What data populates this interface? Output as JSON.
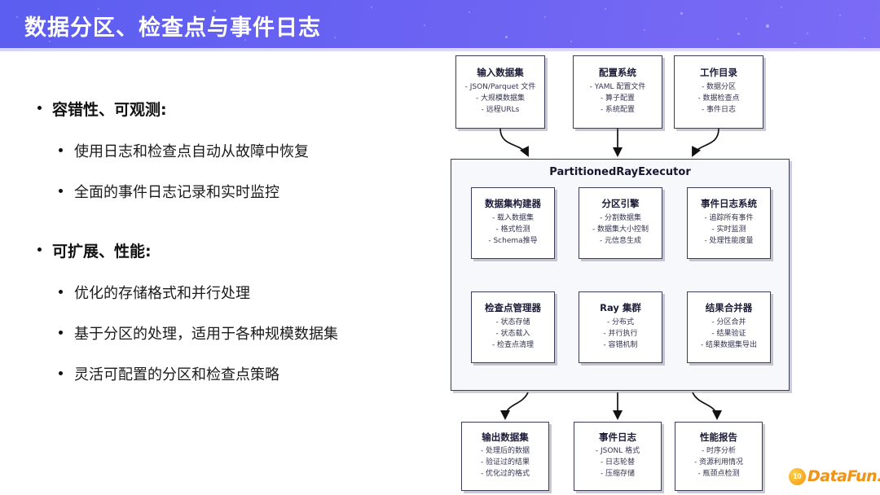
{
  "header": {
    "title": "数据分区、检查点与事件日志",
    "bg_color": "#6366f1",
    "accent_color": "#ffffff"
  },
  "left_panel": {
    "sections": [
      {
        "heading": "容错性、可观测:",
        "items": [
          "使用日志和检查点自动从故障中恢复",
          "全面的事件日志记录和实时监控"
        ]
      },
      {
        "heading": "可扩展、性能:",
        "items": [
          "优化的存储格式和并行处理",
          "基于分区的处理，适用于各种规模数据集",
          "灵活可配置的分区和检查点策略"
        ]
      }
    ]
  },
  "diagram": {
    "border_color": "#3b3b5c",
    "node_bg": "#ffffff",
    "container_bg": "#f7f8fb",
    "top_row": [
      {
        "title": "输入数据集",
        "items": [
          "- JSON/Parquet 文件",
          "- 大规模数据集",
          "- 远程URLs"
        ]
      },
      {
        "title": "配置系统",
        "items": [
          "- YAML 配置文件",
          "- 算子配置",
          "- 系统配置"
        ]
      },
      {
        "title": "工作目录",
        "items": [
          "- 数据分区",
          "- 数据检查点",
          "- 事件日志"
        ]
      }
    ],
    "executor": {
      "title": "PartitionedRayExecutor",
      "row1": [
        {
          "title": "数据集构建器",
          "items": [
            "- 载入数据集",
            "- 格式检测",
            "- Schema推导"
          ]
        },
        {
          "title": "分区引擎",
          "items": [
            "- 分割数据集",
            "- 数据集大小控制",
            "- 元信息生成"
          ]
        },
        {
          "title": "事件日志系统",
          "items": [
            "- 追踪所有事件",
            "- 实时监测",
            "- 处理性能度量"
          ]
        }
      ],
      "row2": [
        {
          "title": "检查点管理器",
          "items": [
            "- 状态存储",
            "- 状态载入",
            "- 检查点清理"
          ]
        },
        {
          "title": "Ray 集群",
          "items": [
            "- 分布式",
            "- 并行执行",
            "- 容错机制"
          ]
        },
        {
          "title": "结果合并器",
          "items": [
            "- 分区合并",
            "- 结果验证",
            "- 结果数据集导出"
          ]
        }
      ]
    },
    "bottom_row": [
      {
        "title": "输出数据集",
        "items": [
          "- 处理后的数据",
          "- 验证过的结果",
          "- 优化过的格式"
        ]
      },
      {
        "title": "事件日志",
        "items": [
          "- JSONL 格式",
          "- 日志轮替",
          "- 压缩存储"
        ]
      },
      {
        "title": "性能报告",
        "items": [
          "- 时序分析",
          "- 资源利用情况",
          "- 瓶颈点检测"
        ]
      }
    ]
  },
  "logo": {
    "badge": "10",
    "text": "DataFun.",
    "color": "#f2920f"
  }
}
